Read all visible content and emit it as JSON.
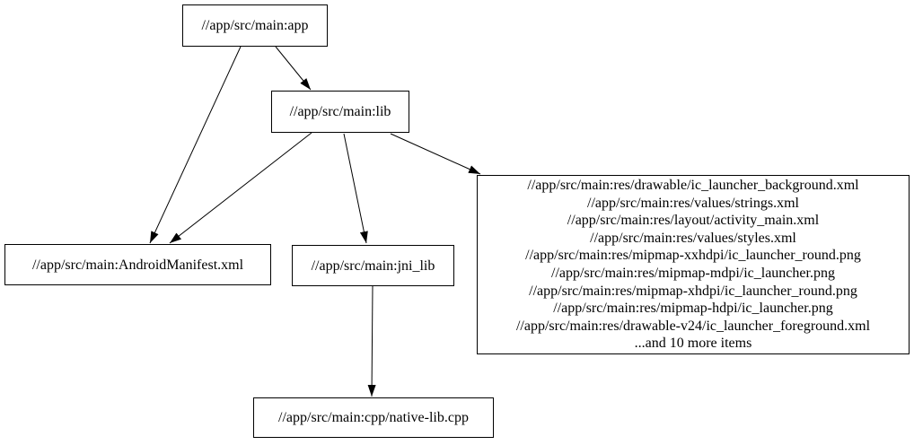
{
  "graph": {
    "colors": {
      "background": "#ffffff",
      "node_border": "#000000",
      "text": "#000000",
      "edge": "#000000"
    },
    "nodes": {
      "app": {
        "label": "//app/src/main:app"
      },
      "lib": {
        "label": "//app/src/main:lib"
      },
      "android_manifest": {
        "label": "//app/src/main:AndroidManifest.xml"
      },
      "jni_lib": {
        "label": "//app/src/main:jni_lib"
      },
      "cpp_native_lib": {
        "label": "//app/src/main:cpp/native-lib.cpp"
      },
      "resources": {
        "lines": [
          "//app/src/main:res/drawable/ic_launcher_background.xml",
          "//app/src/main:res/values/strings.xml",
          "//app/src/main:res/layout/activity_main.xml",
          "//app/src/main:res/values/styles.xml",
          "//app/src/main:res/mipmap-xxhdpi/ic_launcher_round.png",
          "//app/src/main:res/mipmap-mdpi/ic_launcher.png",
          "//app/src/main:res/mipmap-xhdpi/ic_launcher_round.png",
          "//app/src/main:res/mipmap-hdpi/ic_launcher.png",
          "//app/src/main:res/drawable-v24/ic_launcher_foreground.xml",
          "...and 10 more items"
        ]
      }
    },
    "edges": [
      {
        "from": "app",
        "to": "android_manifest"
      },
      {
        "from": "app",
        "to": "lib"
      },
      {
        "from": "lib",
        "to": "android_manifest"
      },
      {
        "from": "lib",
        "to": "jni_lib"
      },
      {
        "from": "lib",
        "to": "resources"
      },
      {
        "from": "jni_lib",
        "to": "cpp_native_lib"
      }
    ]
  }
}
